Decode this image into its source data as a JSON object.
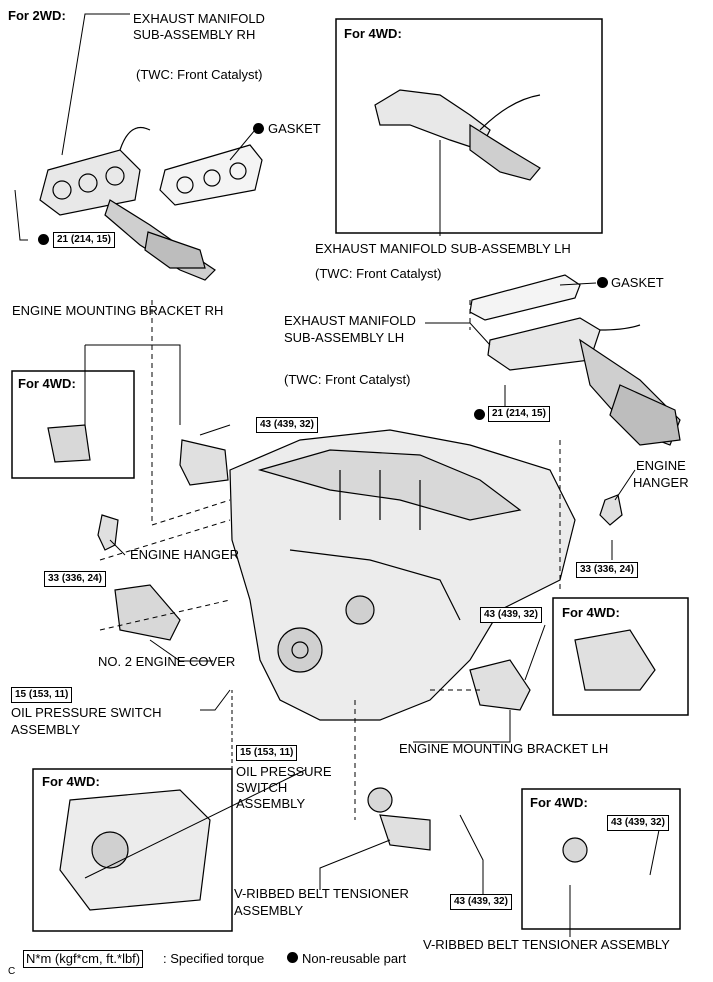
{
  "labels": {
    "for_2wd": "For 2WD:",
    "for_4wd_top": "For 4WD:",
    "for_4wd_bracket": "For 4WD:",
    "for_4wd_mount": "For 4WD:",
    "for_4wd_oil": "For 4WD:",
    "for_4wd_tensioner": "For 4WD:",
    "exhaust_rh_line1": "EXHAUST MANIFOLD",
    "exhaust_rh_line2": "SUB-ASSEMBLY RH",
    "twc_rh": "(TWC: Front Catalyst)",
    "gasket_rh": "GASKET",
    "exhaust_lh_4wd": "EXHAUST MANIFOLD SUB-ASSEMBLY LH",
    "twc_lh_4wd": "(TWC: Front Catalyst)",
    "gasket_lh": "GASKET",
    "exhaust_lh_line1": "EXHAUST MANIFOLD",
    "exhaust_lh_line2": "SUB-ASSEMBLY LH",
    "twc_lh": "(TWC: Front Catalyst)",
    "engine_mount_rh": "ENGINE MOUNTING BRACKET RH",
    "engine_hanger_left": "ENGINE HANGER",
    "engine_hanger_right_line1": "ENGINE",
    "engine_hanger_right_line2": "HANGER",
    "no2_engine_cover": "NO. 2 ENGINE COVER",
    "oil_switch_line1": "OIL PRESSURE SWITCH",
    "oil_switch_line2": "ASSEMBLY",
    "oil_switch_4wd_line1": "OIL PRESSURE",
    "oil_switch_4wd_line2": "SWITCH",
    "oil_switch_4wd_line3": "ASSEMBLY",
    "engine_mount_lh": "ENGINE MOUNTING BRACKET LH",
    "tensioner_line1": "V-RIBBED BELT TENSIONER",
    "tensioner_line2": "ASSEMBLY",
    "tensioner_4wd": "V-RIBBED BELT TENSIONER ASSEMBLY"
  },
  "torques": {
    "rh_manifold": "21 (214, 15)",
    "lh_manifold": "21 (214, 15)",
    "mount_rh": "43 (439, 32)",
    "hanger_left": "33 (336, 24)",
    "hanger_right": "33 (336, 24)",
    "mount_lh": "43 (439, 32)",
    "oil_switch": "15 (153, 11)",
    "oil_switch_4wd": "15 (153, 11)",
    "tensioner": "43 (439, 32)",
    "tensioner_4wd": "43 (439, 32)"
  },
  "legend": {
    "torque_units": "N*m (kgf*cm, ft.*lbf)",
    "torque_desc": ": Specified torque",
    "non_reusable": "Non-reusable part"
  },
  "corner_mark": "C"
}
